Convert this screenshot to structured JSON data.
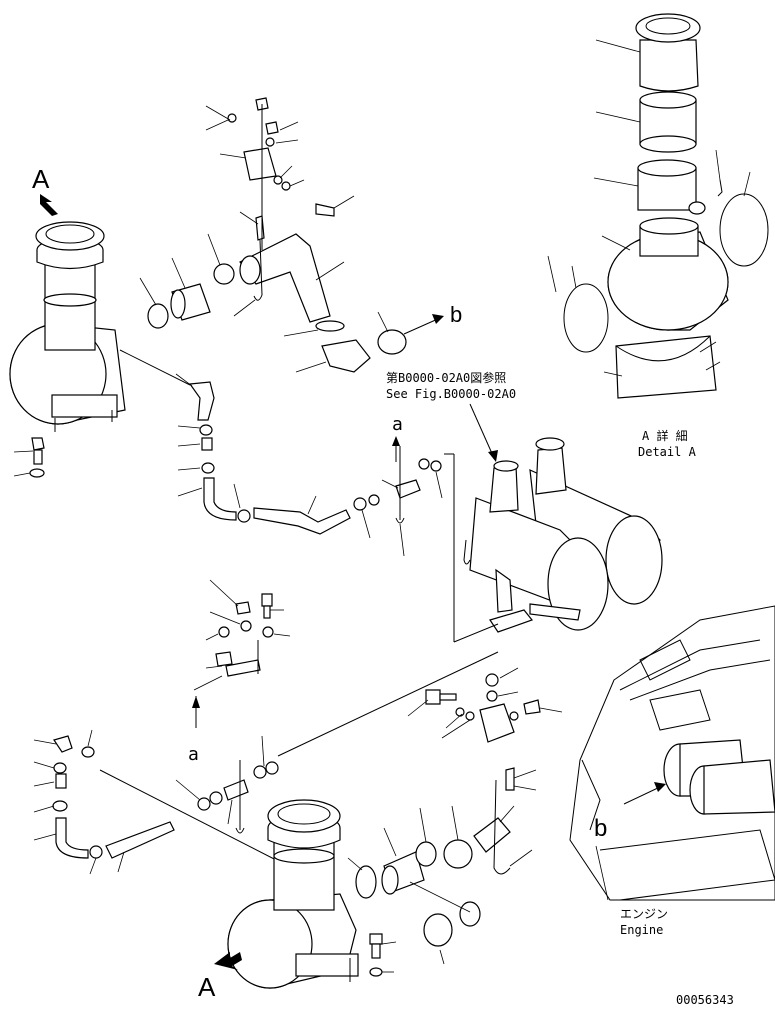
{
  "labels": {
    "view_a_top": "A",
    "view_a_bottom": "A",
    "ref_b_top": "b",
    "ref_b_engine": "b",
    "ref_a_upper": "a",
    "ref_a_lower": "a",
    "see_fig_jp": "第B0000-02A0図参照",
    "see_fig_en": "See Fig.B0000-02A0",
    "detail_jp": "A 詳 細",
    "detail_en": "Detail A",
    "engine_jp": "エンジン",
    "engine_en": "Engine",
    "drawing_number": "00056343"
  },
  "icons": [
    "arrow-down-icon",
    "arrow-right-icon"
  ]
}
